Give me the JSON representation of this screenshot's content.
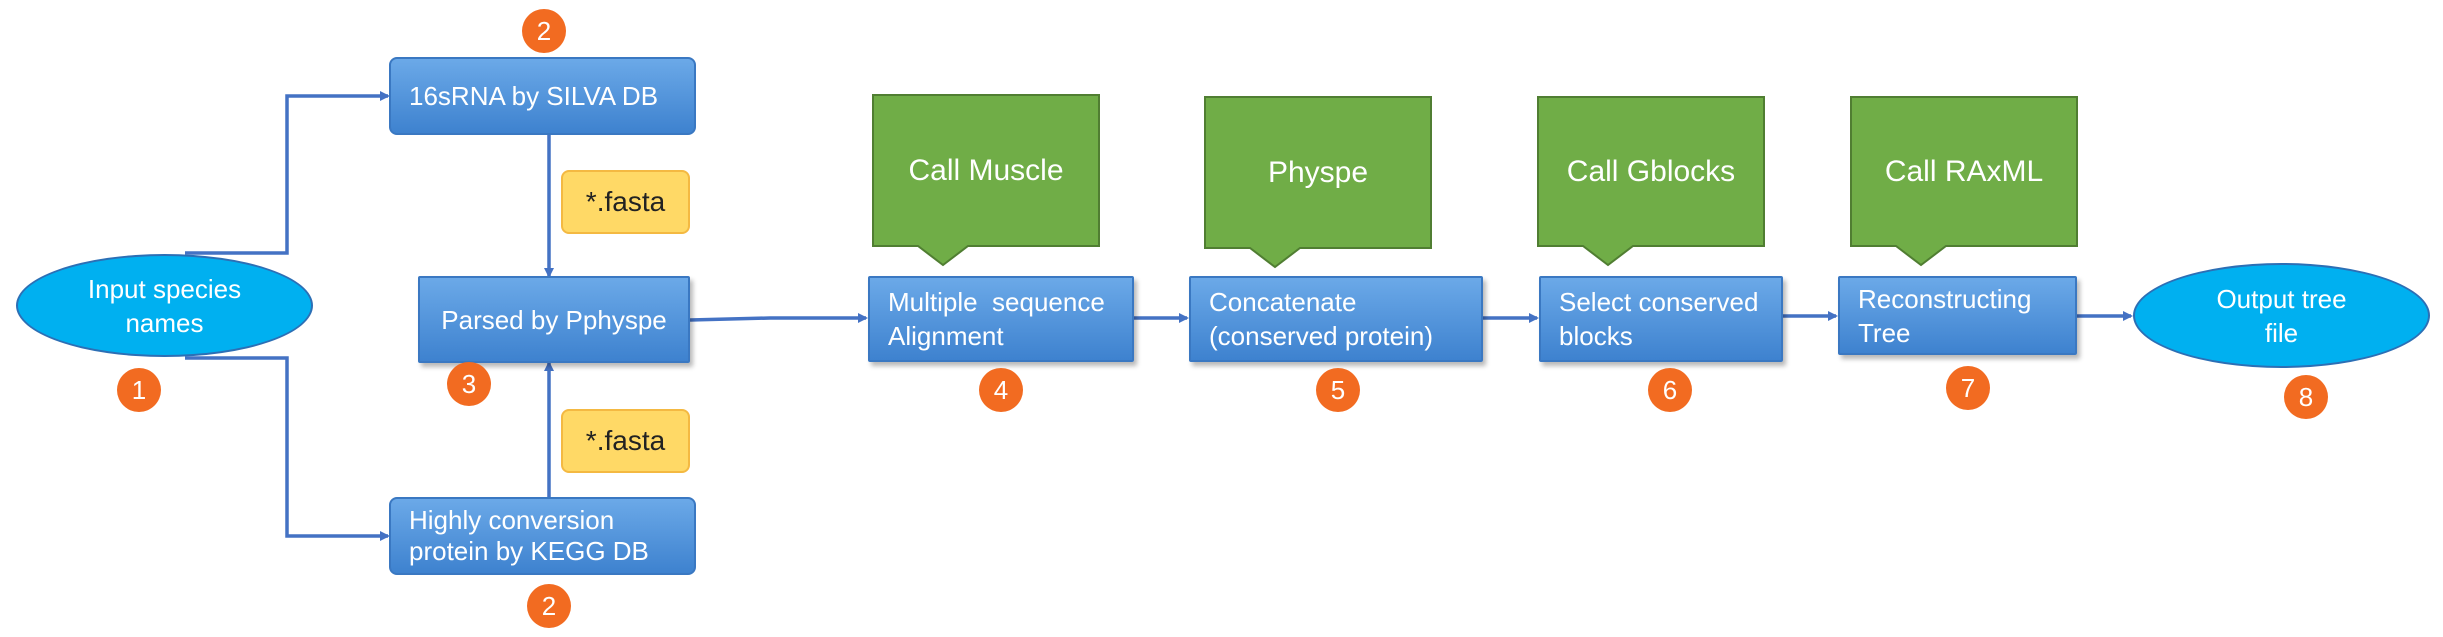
{
  "colors": {
    "box_fill": "#4a8fdb",
    "box_border": "#3a78c2",
    "ellipse_fill": "#00b0f0",
    "callout_fill": "#70ad47",
    "callout_border": "#507e32",
    "badge_fill": "#f26b21",
    "tag_fill": "#ffd966",
    "arrow": "#4472c4"
  },
  "nodes": {
    "input": {
      "line1": "Input species",
      "line2": "names"
    },
    "silva": "16sRNA by SILVA DB",
    "kegg": {
      "line1": "Highly conversion",
      "line2": "protein by KEGG DB"
    },
    "parsed": "Parsed by Pphyspe",
    "msa": {
      "line1": "Multiple  sequence",
      "line2": "Alignment"
    },
    "concat": {
      "line1": "Concatenate",
      "line2": "(conserved protein)"
    },
    "select": {
      "line1": "Select conserved",
      "line2": "blocks"
    },
    "tree": {
      "line1": "Reconstructing",
      "line2": "Tree"
    },
    "output": {
      "line1": "Output tree",
      "line2": "file"
    }
  },
  "tags": {
    "top": "*.fasta",
    "bottom": "*.fasta"
  },
  "callouts": [
    "Call Muscle",
    "Physpe",
    "Call Gblocks",
    "Call RAxML"
  ],
  "badges": {
    "input": "1",
    "silva": "2",
    "kegg": "2",
    "parsed": "3",
    "msa": "4",
    "concat": "5",
    "select": "6",
    "tree": "7",
    "output": "8"
  }
}
